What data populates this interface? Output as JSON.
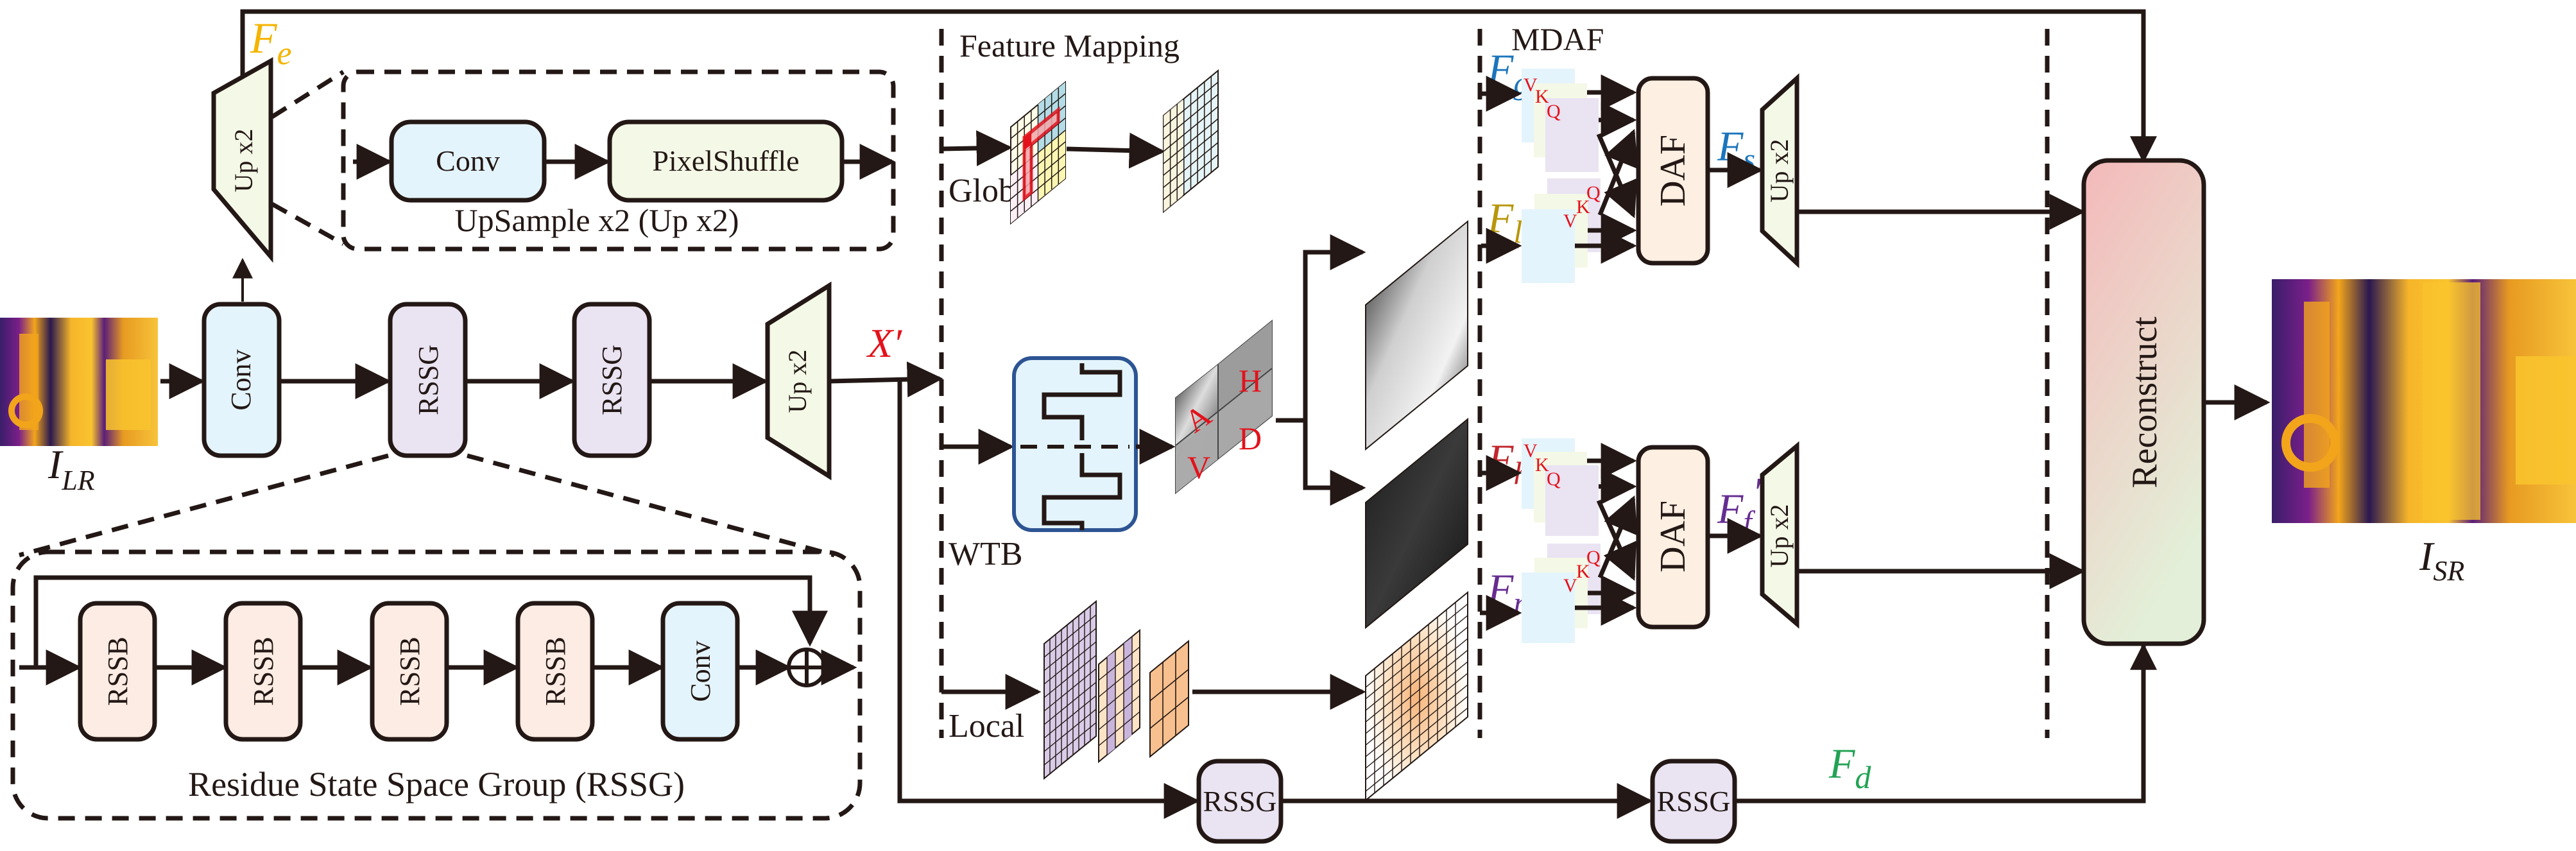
{
  "figure": {
    "type": "network-architecture",
    "inputs": {
      "low_res": {
        "label": "I",
        "subscript": "LR",
        "kind": "thermal-image"
      },
      "super_res": {
        "label": "I",
        "subscript": "SR",
        "kind": "thermal-image"
      }
    },
    "main_path": {
      "conv_label": "Conv",
      "rssg_labels": [
        "RSSG",
        "RSSG"
      ],
      "upsample_label": "Up x2",
      "x_prime": {
        "label": "X",
        "prime": "′"
      }
    },
    "fe": {
      "label": "F",
      "subscript": "e",
      "color": "#F4B400"
    },
    "upsample_detail": {
      "title": "UpSample x2 (Up x2)",
      "trapezoid_label": "Up x2",
      "blocks": [
        "Conv",
        "PixelShuffle"
      ]
    },
    "rssg_detail": {
      "title": "Residue State Space Group (RSSG)",
      "blocks": [
        "RSSB",
        "RSSB",
        "RSSB",
        "RSSB",
        "Conv"
      ],
      "sum_symbol": "⊕"
    },
    "feature_mapping": {
      "title": "Feature Mapping",
      "branches": [
        "Global",
        "WTB",
        "Local"
      ],
      "wavelet_quadrants": [
        "A",
        "H",
        "V",
        "D"
      ]
    },
    "mdaf": {
      "title": "MDAF",
      "features": [
        {
          "label": "F",
          "subscript": "g",
          "color": "#1B75BC"
        },
        {
          "label": "F",
          "subscript": "l",
          "color": "#B8960C"
        },
        {
          "label": "F",
          "subscript": "h",
          "color": "#C1272D"
        },
        {
          "label": "F",
          "subscript": "m",
          "color": "#662D91"
        }
      ],
      "qkv": [
        "V",
        "K",
        "Q"
      ],
      "daf_label": "DAF",
      "outputs": [
        {
          "label": "F",
          "subscript": "s",
          "prime": "″",
          "color": "#1B75BC"
        },
        {
          "label": "F",
          "subscript": "f",
          "prime": "″",
          "color": "#662D91"
        }
      ],
      "upsample_label": "Up x2"
    },
    "bottom_path": {
      "rssg_labels": [
        "RSSG",
        "RSSG"
      ],
      "fd": {
        "label": "F",
        "subscript": "d",
        "color": "#22A354"
      }
    },
    "reconstruct_label": "Reconstruct"
  }
}
